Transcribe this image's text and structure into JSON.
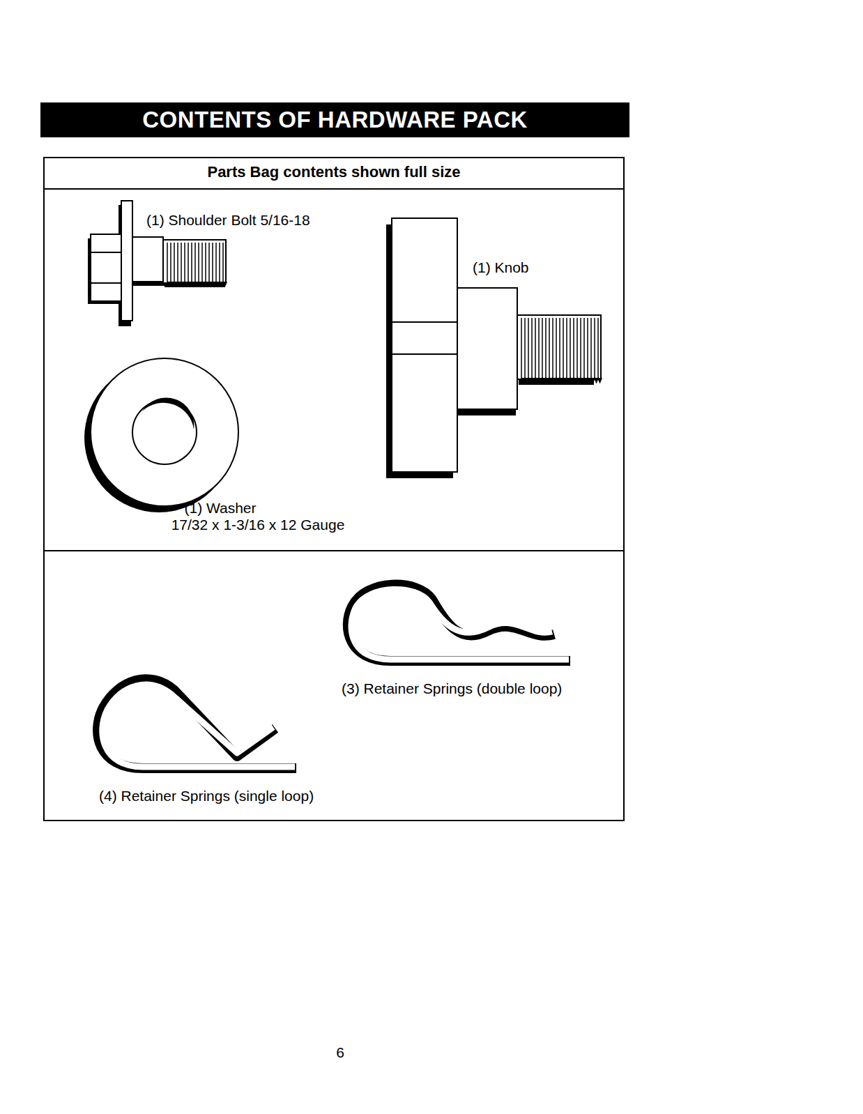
{
  "diagram": {
    "title": "CONTENTS OF HARDWARE PACK",
    "nodes": [
      {
        "text": [
          "Parts Bag contents shown full size"
        ]
      }
    ],
    "labels": [
      "(1) Shoulder Bolt 5/16-18",
      "(1) Knob",
      "(1) Washer",
      "17/32 x 1-3/16 x 12 Gauge",
      "(3) Retainer Springs (double loop)",
      "(4) Retainer Springs (single loop)",
      "6"
    ]
  }
}
